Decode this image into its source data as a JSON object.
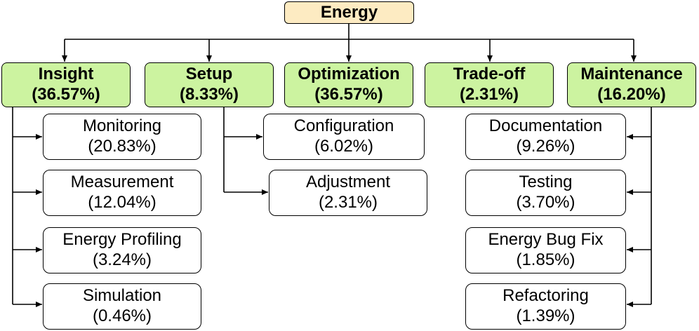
{
  "root": {
    "label": "Energy"
  },
  "categories": [
    {
      "label": "Insight",
      "percent": "(36.57%)"
    },
    {
      "label": "Setup",
      "percent": "(8.33%)"
    },
    {
      "label": "Optimization",
      "percent": "(36.57%)"
    },
    {
      "label": "Trade-off",
      "percent": "(2.31%)"
    },
    {
      "label": "Maintenance",
      "percent": "(16.20%)"
    }
  ],
  "insight_children": [
    {
      "label": "Monitoring",
      "percent": "(20.83%)"
    },
    {
      "label": "Measurement",
      "percent": "(12.04%)"
    },
    {
      "label": "Energy Profiling",
      "percent": "(3.24%)"
    },
    {
      "label": "Simulation",
      "percent": "(0.46%)"
    }
  ],
  "setup_children": [
    {
      "label": "Configuration",
      "percent": "(6.02%)"
    },
    {
      "label": "Adjustment",
      "percent": "(2.31%)"
    }
  ],
  "maintenance_children": [
    {
      "label": "Documentation",
      "percent": "(9.26%)"
    },
    {
      "label": "Testing",
      "percent": "(3.70%)"
    },
    {
      "label": "Energy Bug Fix",
      "percent": "(1.85%)"
    },
    {
      "label": "Refactoring",
      "percent": "(1.39%)"
    }
  ],
  "colors": {
    "root_fill": "#fdebc2",
    "category_fill": "#ccf3a0",
    "sub_fill": "#ffffff",
    "stroke": "#000000"
  }
}
